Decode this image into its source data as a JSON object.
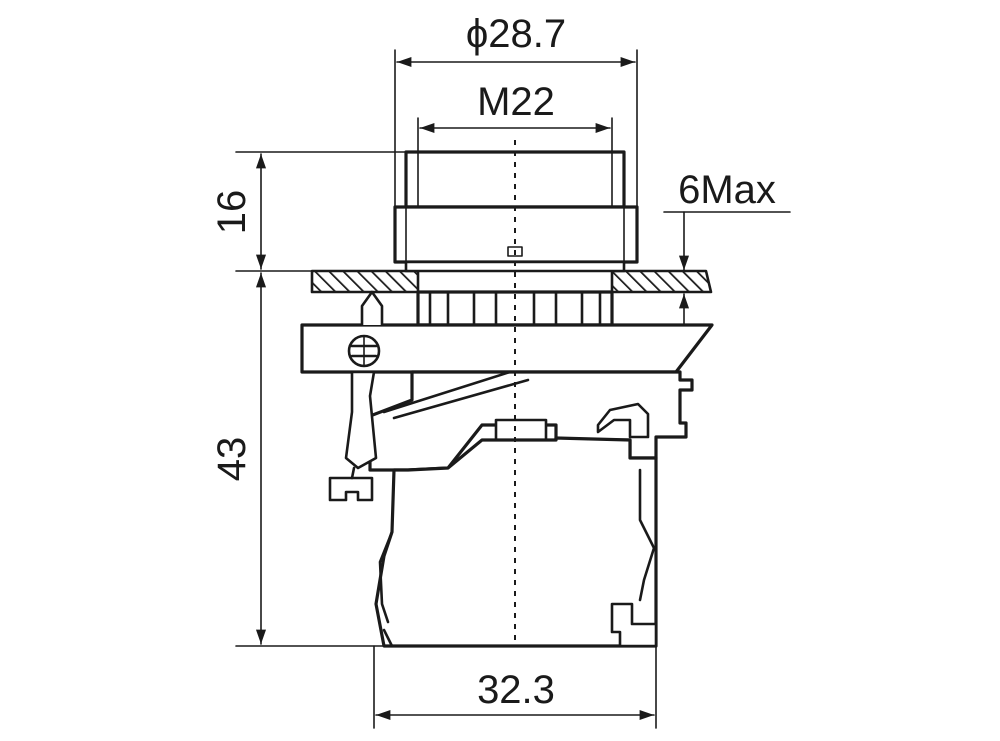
{
  "dimensions": {
    "outer_diameter": "ϕ28.7",
    "thread": "M22",
    "head_height": "16",
    "panel_thickness_max": "6Max",
    "body_height": "43",
    "body_width": "32.3"
  },
  "colors": {
    "ink": "#1a1a1a",
    "paper": "#ffffff"
  }
}
